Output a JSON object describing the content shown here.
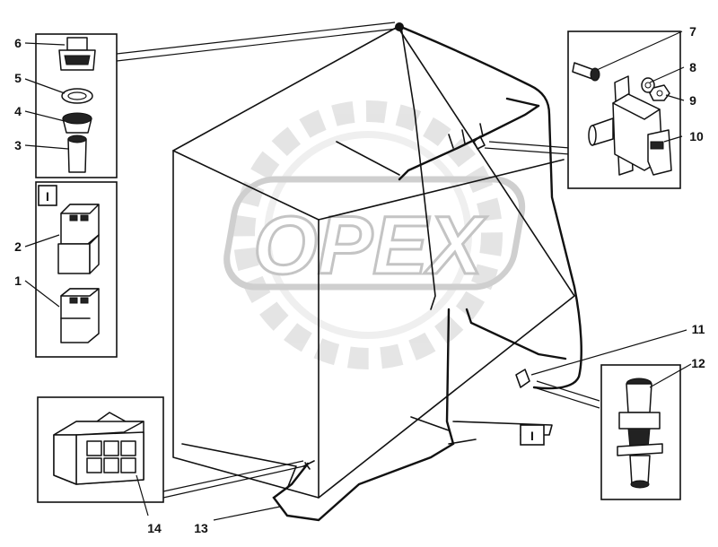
{
  "watermark": {
    "text": "OPEX"
  },
  "callouts": {
    "c1": "1",
    "c2": "2",
    "c3": "3",
    "c4": "4",
    "c5": "5",
    "c6": "6",
    "c7": "7",
    "c8": "8",
    "c9": "9",
    "c10": "10",
    "c11": "11",
    "c12": "12",
    "c13": "13",
    "c14": "14"
  },
  "view_tags": {
    "connector_panel": "I",
    "cab_connector": "I"
  },
  "colors": {
    "ink": "#111111",
    "watermark": "#dddddd",
    "background": "#ffffff"
  }
}
